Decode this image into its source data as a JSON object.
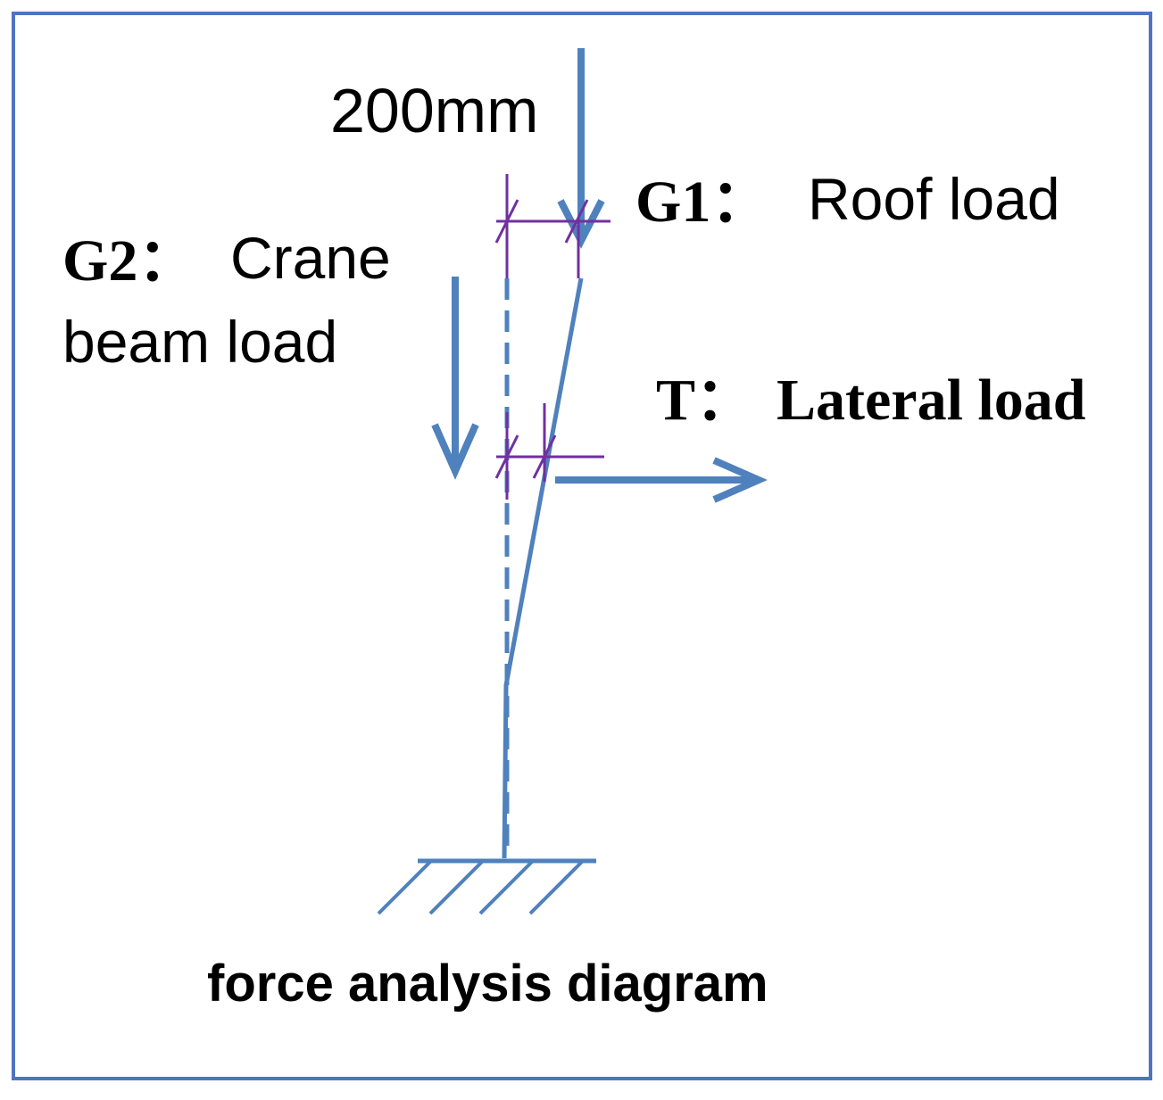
{
  "labels": {
    "dimension": "200mm",
    "g1_symbol": "G1：",
    "g1_text": "Roof load",
    "g2_symbol": "G2：",
    "g2_text_line1": "Crane",
    "g2_text_line2": "beam load",
    "t_symbol": "T：",
    "t_text": "Lateral load",
    "caption": "force analysis diagram"
  },
  "colors": {
    "frame": "#4f74c0",
    "member": "#4f81bd",
    "dimension": "#7030a0",
    "text": "#000000"
  }
}
